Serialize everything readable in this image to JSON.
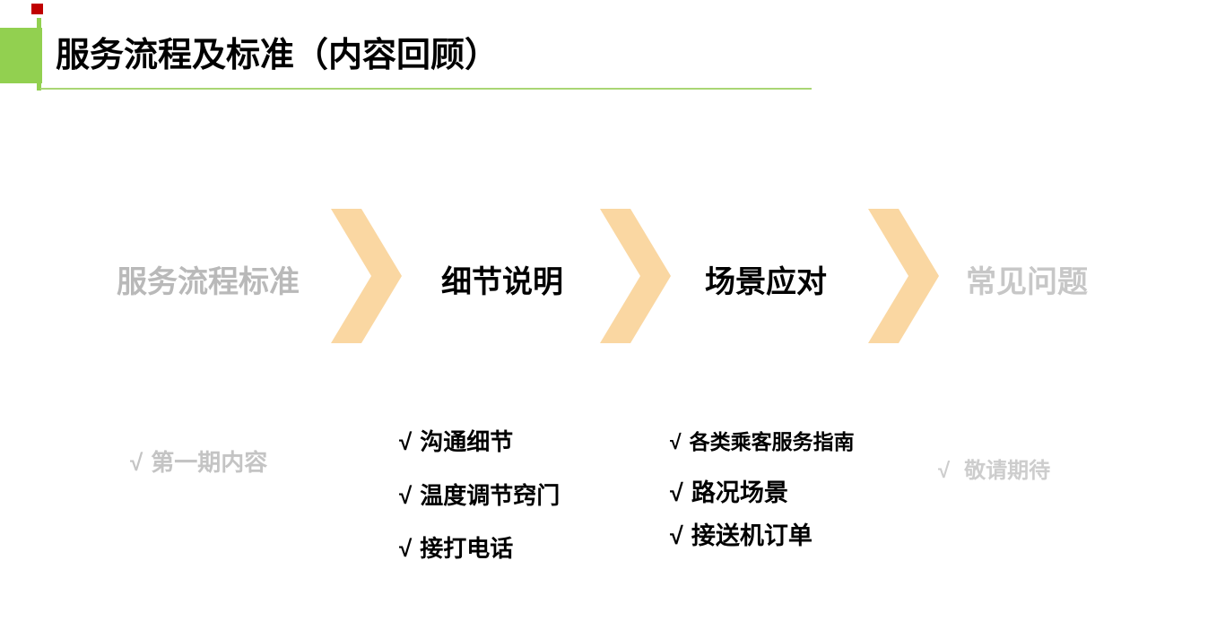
{
  "title": "服务流程及标准（内容回顾）",
  "checkmark": "√",
  "colors": {
    "accent_green": "#92D050",
    "underline_green": "#A9D674",
    "accent_red": "#C00000",
    "chevron_orange": "#FAD7A2",
    "inactive_stage_gray": "#B9B9B9",
    "inactive_stage_gray_light": "#C7C7C7",
    "inactive_item_gray": "#C4C4C4",
    "inactive_item_gray_light": "#CDCDCD",
    "text_black": "#000000"
  },
  "stages": [
    {
      "label": "服务流程标准",
      "active": false,
      "items": [
        "第一期内容"
      ]
    },
    {
      "label": "细节说明",
      "active": true,
      "items": [
        "沟通细节",
        "温度调节窍门",
        "接打电话"
      ]
    },
    {
      "label": "场景应对",
      "active": true,
      "items": [
        "各类乘客服务指南",
        "路况场景",
        "接送机订单"
      ]
    },
    {
      "label": "常见问题",
      "active": false,
      "items": [
        "敬请期待"
      ]
    }
  ]
}
